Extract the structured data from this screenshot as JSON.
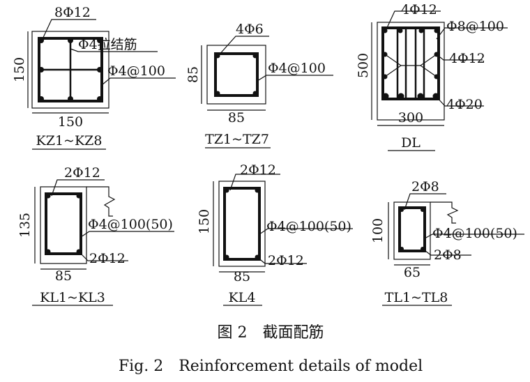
{
  "sections": [
    {
      "id": "kz",
      "title": "KZ1~KZ8",
      "width_dim": "150",
      "height_dim": "150",
      "labels": {
        "top": "8Φ12",
        "tie": "Φ4拉结筋",
        "stirrup": "Φ4@100"
      }
    },
    {
      "id": "tz",
      "title": "TZ1~TZ7",
      "width_dim": "85",
      "height_dim": "85",
      "labels": {
        "top": "4Φ6",
        "stirrup": "Φ4@100"
      }
    },
    {
      "id": "dl",
      "title": "DL",
      "width_dim": "300",
      "height_dim": "500",
      "labels": {
        "top": "4Φ12",
        "stirrup": "Φ8@100",
        "middle": "4Φ12",
        "bottom": "4Φ20"
      }
    },
    {
      "id": "kl13",
      "title": "KL1~KL3",
      "width_dim": "85",
      "height_dim": "135",
      "labels": {
        "top": "2Φ12",
        "stirrup": "Φ4@100(50)",
        "bottom": "2Φ12"
      }
    },
    {
      "id": "kl4",
      "title": "KL4",
      "width_dim": "85",
      "height_dim": "150",
      "labels": {
        "top": "2Φ12",
        "stirrup": "Φ4@100(50)",
        "bottom": "2Φ12"
      }
    },
    {
      "id": "tl",
      "title": "TL1~TL8",
      "width_dim": "65",
      "height_dim": "100",
      "labels": {
        "top": "2Φ8",
        "stirrup": "Φ4@100(50)",
        "bottom": "2Φ8"
      }
    }
  ],
  "caption": {
    "cn": "图 2　截面配筋",
    "en": "Fig. 2　Reinforcement details of model"
  }
}
